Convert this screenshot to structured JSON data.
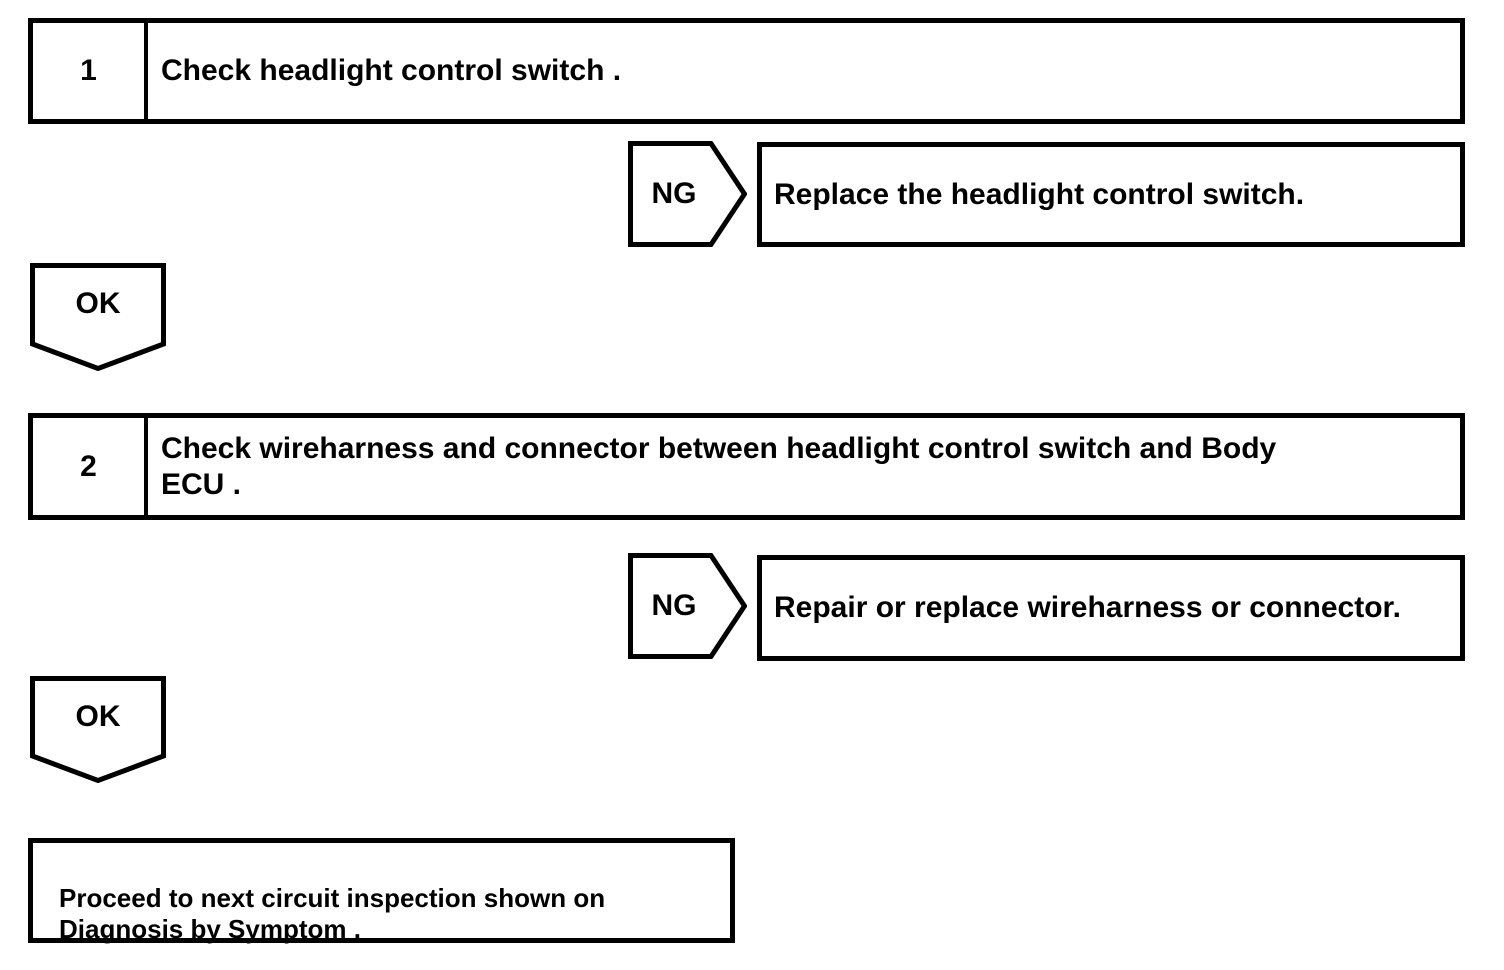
{
  "page": {
    "background_color": "#ffffff",
    "ink_color": "#000000"
  },
  "steps": [
    {
      "number": "1",
      "instruction": "Check headlight control switch .",
      "ng_label": "NG",
      "ng_action": "Replace the headlight control switch.",
      "ok_label": "OK"
    },
    {
      "number": "2",
      "instruction": "Check wireharness and connector between headlight control switch and Body\nECU .",
      "ng_label": "NG",
      "ng_action": "Repair or replace wireharness or connector.",
      "ok_label": "OK"
    }
  ],
  "result": {
    "text": "Proceed to next circuit inspection shown on\nDiagnosis by Symptom ."
  }
}
